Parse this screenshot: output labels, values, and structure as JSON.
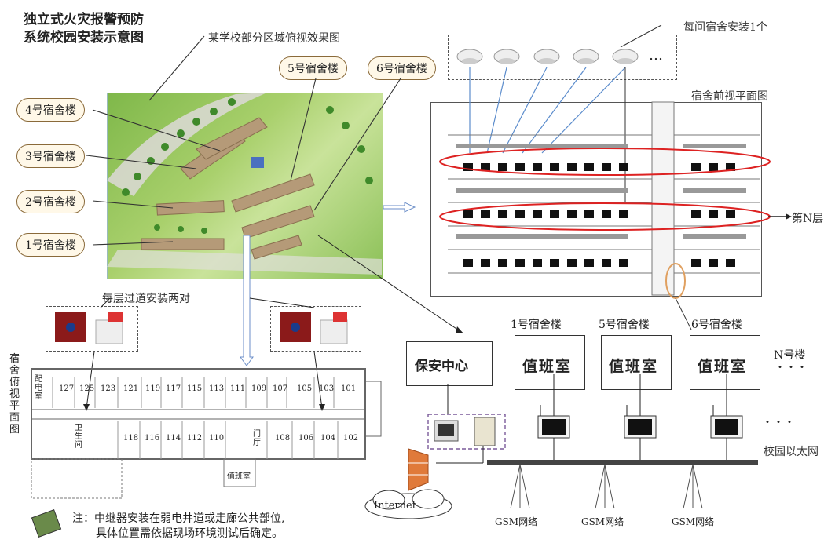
{
  "title_line1": "独立式火灾报警预防",
  "title_line2": "系统校园安装示意图",
  "aerial_caption": "某学校部分区域俯视效果图",
  "buildings_left": [
    "4号宿舍楼",
    "3号宿舍楼",
    "2号宿舍楼",
    "1号宿舍楼"
  ],
  "buildings_top": [
    "5号宿舍楼",
    "6号宿舍楼"
  ],
  "detector_caption": "每间宿舍安装1个",
  "detector_ellipsis": "…",
  "front_view_caption": "宿舍前视平面图",
  "floor_n_label": "第N层",
  "corridor_caption": "每层过道安装两对",
  "floorplan_caption": "宿舍俯视平面图",
  "rooms_top": [
    "127",
    "125",
    "123",
    "121",
    "119",
    "117",
    "115",
    "113",
    "111",
    "109",
    "107",
    "105",
    "103",
    "101"
  ],
  "rooms_bottom": [
    "118",
    "116",
    "114",
    "112",
    "110",
    "108",
    "106",
    "104",
    "102"
  ],
  "pei_dian_shi": "配电室",
  "wei_sheng_jian": "卫生间",
  "men_ting": "门厅",
  "zhi_ban_shi_small": "值班室",
  "security_center": "保安中心",
  "duty_room": "值班室",
  "duty_buildings": [
    "1号宿舍楼",
    "5号宿舍楼",
    "6号宿舍楼"
  ],
  "n_building": "N号楼",
  "dots": "・・・",
  "campus_network": "校园以太网",
  "internet": "Internet",
  "gsm": [
    "GSM网络",
    "GSM网络",
    "GSM网络"
  ],
  "note_line1": "注：中继器安装在弱电井道或走廊公共部位,",
  "note_line2": "具体位置需依据现场环境测试后确定。"
}
